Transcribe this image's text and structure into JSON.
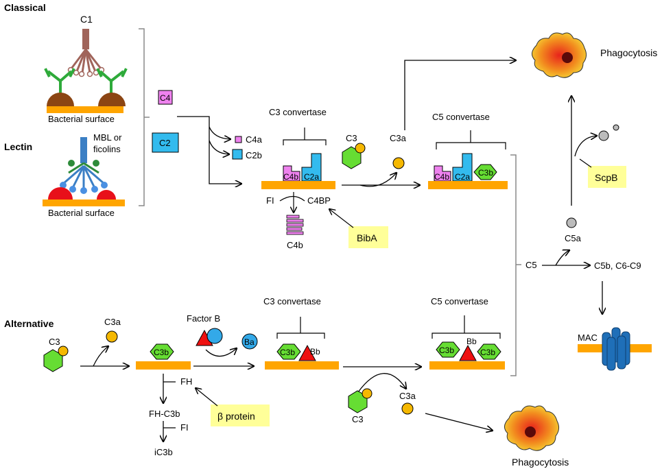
{
  "pathways": {
    "classical": "Classical",
    "lectin": "Lectin",
    "alternative": "Alternative"
  },
  "molecules": {
    "c1": "C1",
    "mbl": "MBL or",
    "ficolins": "ficolins",
    "bacterial_surface_1": "Bacterial surface",
    "bacterial_surface_2": "Bacterial surface",
    "c4": "C4",
    "c2": "C2",
    "c4a": "C4a",
    "c2b": "C2b",
    "c4b_bar_1": "C4b",
    "c2a_bar_1": "C2a",
    "c4b_bar_2": "C4b",
    "c2a_bar_2": "C2a",
    "c3b_bar_2": "C3b",
    "fi_1": "FI",
    "c4bp": "C4BP",
    "c4b_free": "C4b",
    "c3_top": "C3",
    "c3a_top": "C3a",
    "c5": "C5",
    "c5a": "C5a",
    "c5b_c6c9": "C5b, C6-C9",
    "mac": "MAC",
    "c3_alt": "C3",
    "c3a_alt": "C3a",
    "c3b_alt": "C3b",
    "factor_b": "Factor B",
    "ba": "Ba",
    "c3b_conv3": "C3b",
    "bb_conv3": "Bb",
    "c3b_conv5_a": "C3b",
    "bb_conv5": "Bb",
    "c3b_conv5_b": "C3b",
    "fh": "FH",
    "fh_c3b": "FH-C3b",
    "fi_2": "FI",
    "ic3b": "iC3b",
    "c3_bottom": "C3",
    "c3a_bottom": "C3a"
  },
  "convertases": {
    "c3_top": "C3 convertase",
    "c5_top": "C5 convertase",
    "c3_bottom": "C3 convertase",
    "c5_bottom": "C5 convertase"
  },
  "outcomes": {
    "phagocytosis_top": "Phagocytosis",
    "phagocytosis_bottom": "Phagocytosis"
  },
  "bacterial_proteins": {
    "bibA": "BibA",
    "scpB": "ScpB",
    "beta_protein": "β protein"
  },
  "colors": {
    "surface": "#FFA500",
    "c4": "#EE82EE",
    "c2": "#33BBEE",
    "c3": "#66DD33",
    "small": "#F5B800",
    "factor_b_tri": "#EE1111",
    "highlight": "#FFFF99"
  }
}
